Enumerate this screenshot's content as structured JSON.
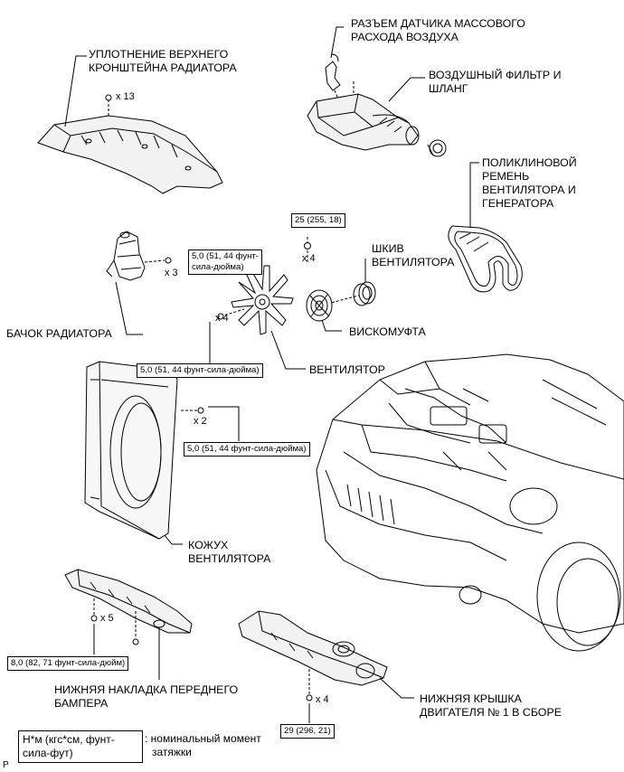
{
  "labels": {
    "maf_connector": [
      "РАЗЪЕМ ДАТЧИКА МАССОВОГО",
      "РАСХОДА ВОЗДУХА"
    ],
    "air_filter": [
      "ВОЗДУШНЫЙ ФИЛЬТР И",
      "ШЛАНГ"
    ],
    "radiator_seal": [
      "УПЛОТНЕНИЕ ВЕРХНЕГО",
      "КРОНШТЕЙНА РАДИАТОРА"
    ],
    "v_belt": [
      "ПОЛИКЛИНОВОЙ",
      "РЕМЕНЬ",
      "ВЕНТИЛЯТОРА И",
      "ГЕНЕРАТОРА"
    ],
    "fan_pulley": [
      "ШКИВ",
      "ВЕНТИЛЯТОРА"
    ],
    "reservoir": [
      "БАЧОК РАДИАТОРА"
    ],
    "fluid_coupling": [
      "ВИСКОМУФТА"
    ],
    "fan": [
      "ВЕНТИЛЯТОР"
    ],
    "fan_shroud": [
      "КОЖУХ",
      "ВЕНТИЛЯТОРА"
    ],
    "bumper_cover": [
      "НИЖНЯЯ НАКЛАДКА ПЕРЕДНЕГО",
      "БАМПЕРА"
    ],
    "engine_cover": [
      "НИЖНЯЯ КРЫШКА",
      "ДВИГАТЕЛЯ № 1 В СБОРЕ"
    ]
  },
  "quantities": {
    "seal_bolts": "x 13",
    "reservoir_bolts": "x 3",
    "pulley_nuts": "x 4",
    "fan_nuts": "x 4",
    "shroud_bolts": "x 2",
    "bumper_bolts": "x 5",
    "engine_cover_bolts": "x 4"
  },
  "torque": {
    "reservoir": [
      "5,0 (51, 44 фунт-",
      "сила-дюйма)"
    ],
    "pulley": "25 (255, 18)",
    "fan": "5,0 (51, 44 фунт-сила-дюйма)",
    "shroud": "5,0 (51, 44 фунт-сила-дюйма)",
    "bumper": "8,0 (82, 71 фунт-сила-дюйм)",
    "engine_cover": "29 (296, 21)"
  },
  "legend": {
    "units": "Н*м (кгс*см, фунт-сила-фут)",
    "meaning": [
      "номинальный момент",
      "затяжки"
    ]
  },
  "corner_mark": "P"
}
